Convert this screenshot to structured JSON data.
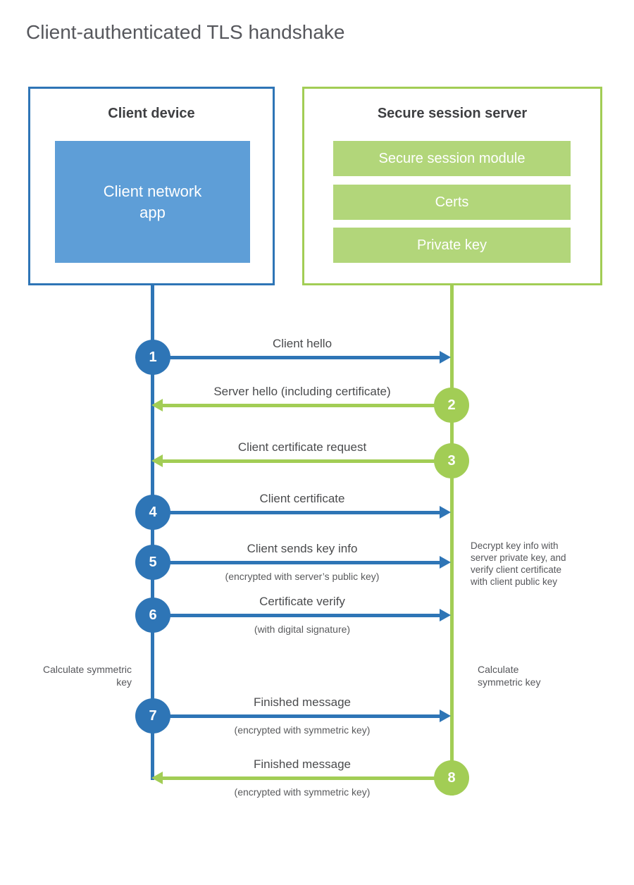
{
  "title": "Client-authenticated TLS handshake",
  "colors": {
    "blue": "#2e75b6",
    "blue_light": "#5e9ed7",
    "green": "#a2cd55",
    "green_light": "#b2d67a"
  },
  "client": {
    "title": "Client device",
    "app_label": "Client network app"
  },
  "server": {
    "title": "Secure session server",
    "modules": [
      "Secure session module",
      "Certs",
      "Private key"
    ]
  },
  "messages": [
    {
      "num": "1",
      "label": "Client hello",
      "from": "client"
    },
    {
      "num": "2",
      "label": "Server hello (including certificate)",
      "from": "server"
    },
    {
      "num": "3",
      "label": "Client certificate request",
      "from": "server"
    },
    {
      "num": "4",
      "label": "Client certificate",
      "from": "client"
    },
    {
      "num": "5",
      "label": "Client sends key info",
      "sub": "(encrypted with server’s public key)",
      "from": "client"
    },
    {
      "num": "6",
      "label": "Certificate verify",
      "sub": "(with digital signature)",
      "from": "client"
    },
    {
      "num": "7",
      "label": "Finished message",
      "sub": "(encrypted with symmetric key)",
      "from": "client"
    },
    {
      "num": "8",
      "label": "Finished message",
      "sub": "(encrypted with symmetric key)",
      "from": "server"
    }
  ],
  "annotations": {
    "server_note": "Decrypt key info with server private key, and verify client certificate with client public key",
    "client_calc": "Calculate symmetric key",
    "server_calc": "Calculate symmetric key"
  }
}
